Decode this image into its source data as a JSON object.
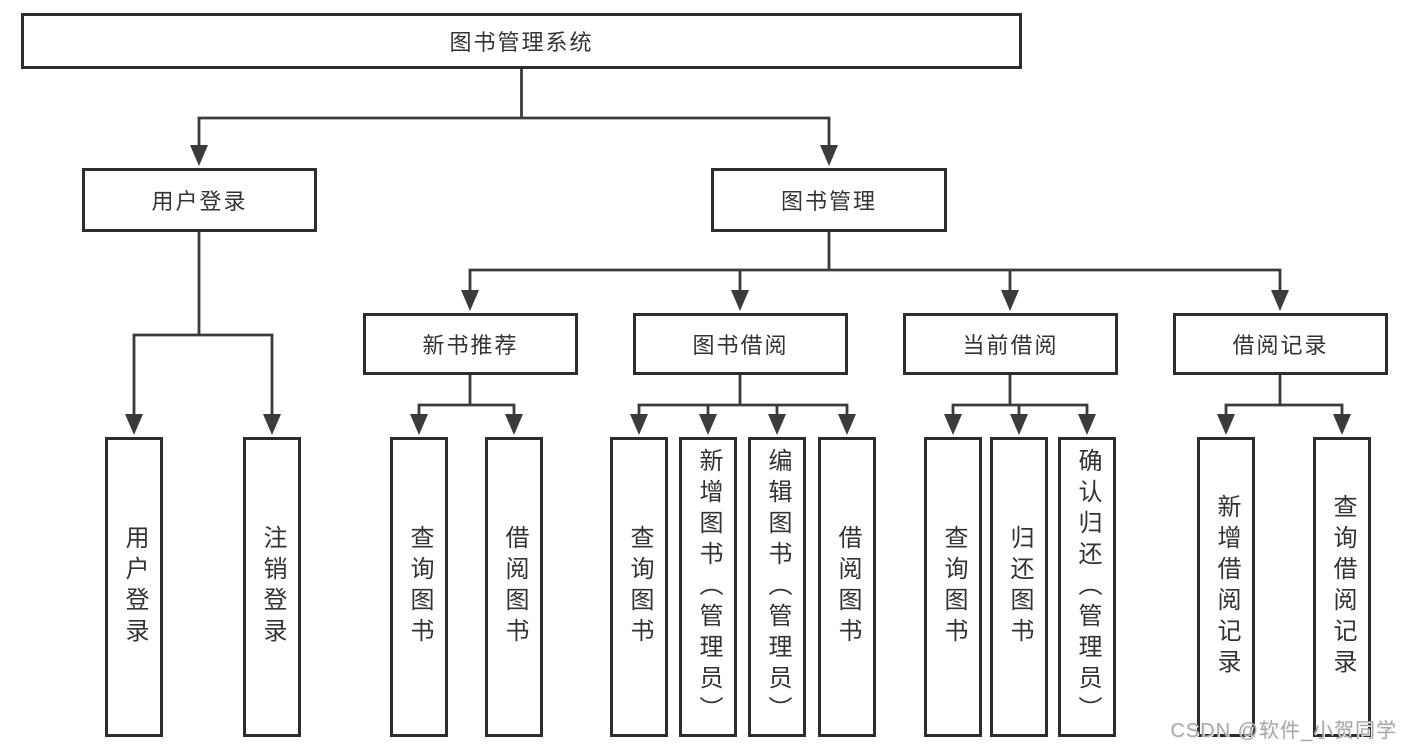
{
  "tree": {
    "label": "图书管理系统",
    "children": [
      {
        "label": "用户登录",
        "children": [
          {
            "label": "用户登录"
          },
          {
            "label": "注销登录"
          }
        ]
      },
      {
        "label": "图书管理",
        "children": [
          {
            "label": "新书推荐",
            "children": [
              {
                "label": "查询图书"
              },
              {
                "label": "借阅图书"
              }
            ]
          },
          {
            "label": "图书借阅",
            "children": [
              {
                "label": "查询图书"
              },
              {
                "label": "新增图书（管理员）"
              },
              {
                "label": "编辑图书（管理员）"
              },
              {
                "label": "借阅图书"
              }
            ]
          },
          {
            "label": "当前借阅",
            "children": [
              {
                "label": "查询图书"
              },
              {
                "label": "归还图书"
              },
              {
                "label": "确认归还（管理员）"
              }
            ]
          },
          {
            "label": "借阅记录",
            "children": [
              {
                "label": "新增借阅记录"
              },
              {
                "label": "查询借阅记录"
              }
            ]
          }
        ]
      }
    ]
  },
  "watermark": "CSDN @软件_小贺同学",
  "colors": {
    "box_border": "#2d2d2d",
    "connector": "#3b3b3b",
    "text": "#333333",
    "watermark_text": "#a9a9a9",
    "background": "#ffffff"
  }
}
